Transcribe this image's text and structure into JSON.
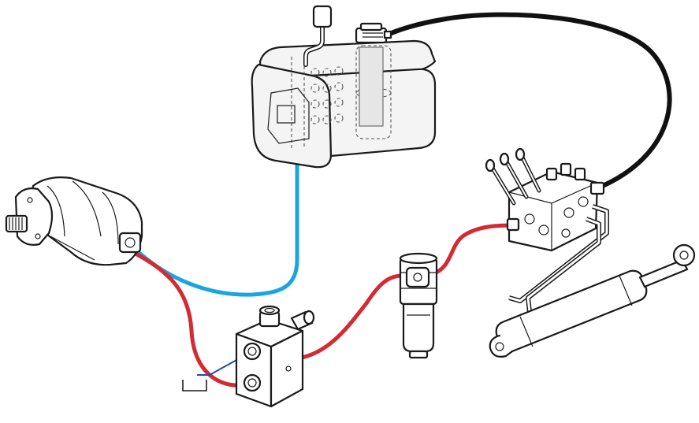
{
  "diagram": {
    "colors": {
      "pressure_line": "#d32a33",
      "suction_line": "#1aa5e0",
      "return_line": "#111111",
      "drain_line": "#1f4fa3",
      "outline": "#1a1a1a",
      "tank_fill": "#f4f4f4",
      "component_fill": "#ffffff"
    },
    "components": [
      {
        "id": "reservoir",
        "icon": "hydraulic-tank-icon"
      },
      {
        "id": "tank-breather-cap",
        "icon": "breather-cap-icon"
      },
      {
        "id": "fill-pipe",
        "icon": "pipe-icon"
      },
      {
        "id": "hydraulic-pump",
        "icon": "axial-piston-pump-icon"
      },
      {
        "id": "relief-valve-block",
        "icon": "valve-block-icon"
      },
      {
        "id": "drain-to-tank-symbol",
        "icon": "tank-symbol-icon"
      },
      {
        "id": "pressure-filter",
        "icon": "filter-icon"
      },
      {
        "id": "directional-control-valve",
        "icon": "control-valve-icon"
      },
      {
        "id": "hydraulic-cylinder",
        "icon": "cylinder-icon"
      }
    ],
    "lines": [
      {
        "id": "suction",
        "from": "reservoir",
        "to": "hydraulic-pump",
        "color_key": "suction_line"
      },
      {
        "id": "pump-pressure",
        "from": "hydraulic-pump",
        "to": "relief-valve-block",
        "color_key": "pressure_line"
      },
      {
        "id": "valve-to-filter",
        "from": "relief-valve-block",
        "to": "pressure-filter",
        "color_key": "pressure_line"
      },
      {
        "id": "filter-to-control",
        "from": "pressure-filter",
        "to": "directional-control-valve",
        "color_key": "pressure_line"
      },
      {
        "id": "return",
        "from": "directional-control-valve",
        "to": "reservoir",
        "color_key": "return_line"
      },
      {
        "id": "drain",
        "from": "relief-valve-block",
        "to": "drain-to-tank-symbol",
        "color_key": "drain_line"
      }
    ]
  }
}
